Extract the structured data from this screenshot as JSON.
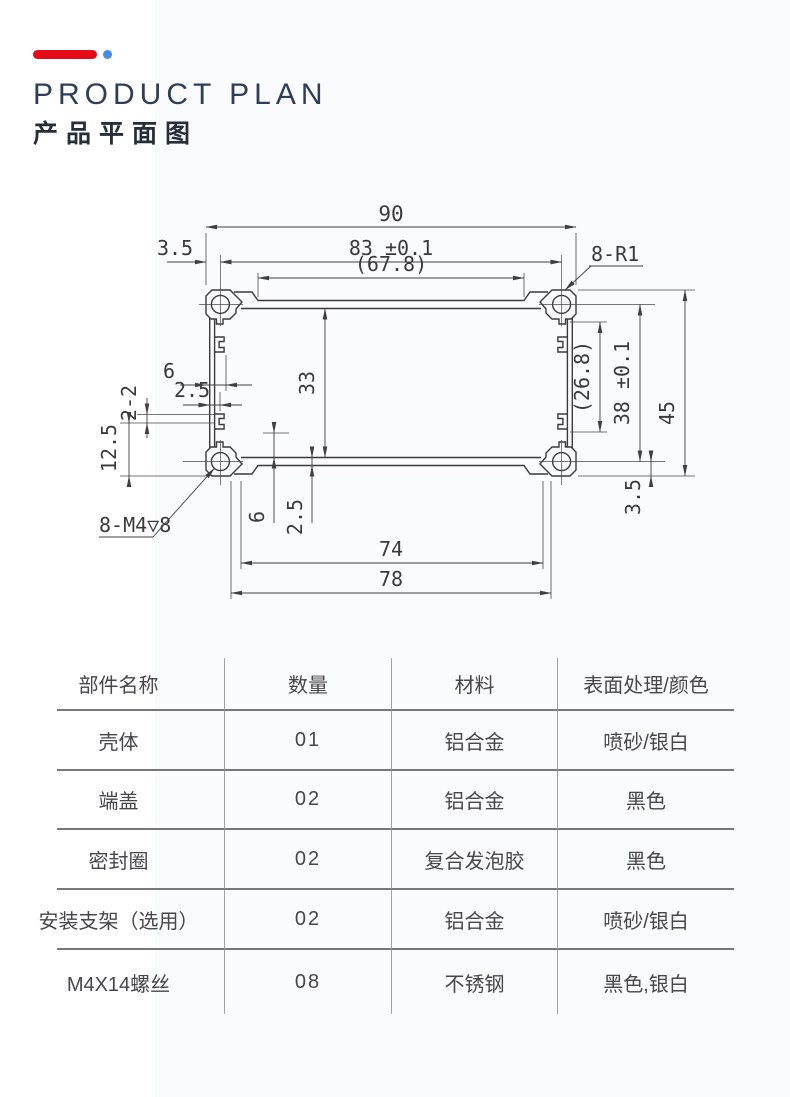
{
  "header": {
    "title_en": "PRODUCT PLAN",
    "title_zh": "产品平面图",
    "accent_red": "#e60a18",
    "accent_blue": "#4a8ce8"
  },
  "drawing": {
    "d90": "90",
    "d83": "83 ±0.1",
    "d678": "(67.8)",
    "d35": "3.5",
    "dR1": "8-R1",
    "d6": "6",
    "d25": "2.5",
    "d22": "2-2",
    "d125": "12.5",
    "dM4": "8-M4▽8",
    "d33": "33",
    "d6b": "6",
    "d25b": "2.5",
    "d268": "(26.8)",
    "d38": "38 ±0.1",
    "d45": "45",
    "d35b": "3.5",
    "d74": "74",
    "d78": "78"
  },
  "table": {
    "headers": [
      "部件名称",
      "数量",
      "材料",
      "表面处理/颜色"
    ],
    "rows": [
      [
        "壳体",
        "01",
        "铝合金",
        "喷砂/银白"
      ],
      [
        "端盖",
        "02",
        "铝合金",
        "黑色"
      ],
      [
        "密封圈",
        "02",
        "复合发泡胶",
        "黑色"
      ],
      [
        "安装支架（选用）",
        "02",
        "铝合金",
        "喷砂/银白"
      ],
      [
        "M4X14螺丝",
        "08",
        "不锈钢",
        "黑色,银白"
      ]
    ]
  }
}
